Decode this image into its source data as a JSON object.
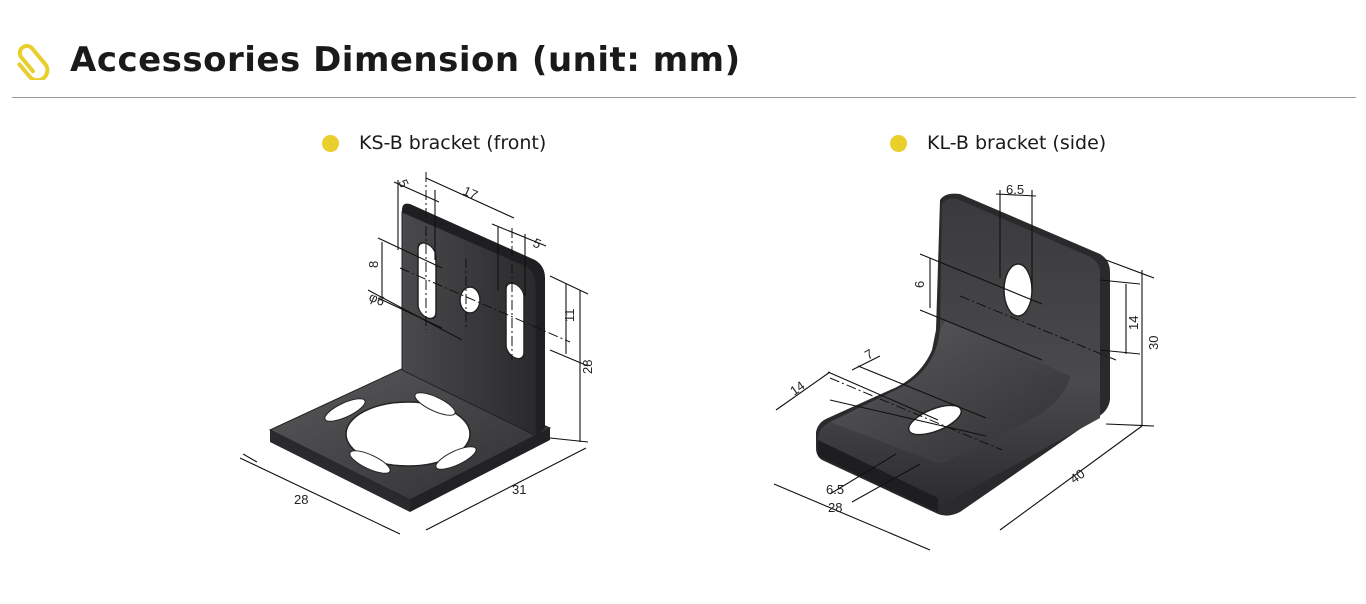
{
  "header": {
    "title": "Accessories Dimension (unit: mm)",
    "icon": "paperclip-icon",
    "accent_color": "#e9cf2c"
  },
  "figures": [
    {
      "label": "KS-B bracket (front)",
      "dims": {
        "d5a": "5",
        "d17": "17",
        "d5b": "5",
        "d8": "8",
        "phi6": "φ6",
        "d11": "11",
        "d28h": "28",
        "d28": "28",
        "d31": "31"
      }
    },
    {
      "label": "KL-B bracket (side)",
      "dims": {
        "d65top": "6.5",
        "d6": "6",
        "d14v": "14",
        "d30": "30",
        "d7": "7",
        "d14": "14",
        "d65": "6.5",
        "d28": "28",
        "d40": "40"
      }
    }
  ]
}
